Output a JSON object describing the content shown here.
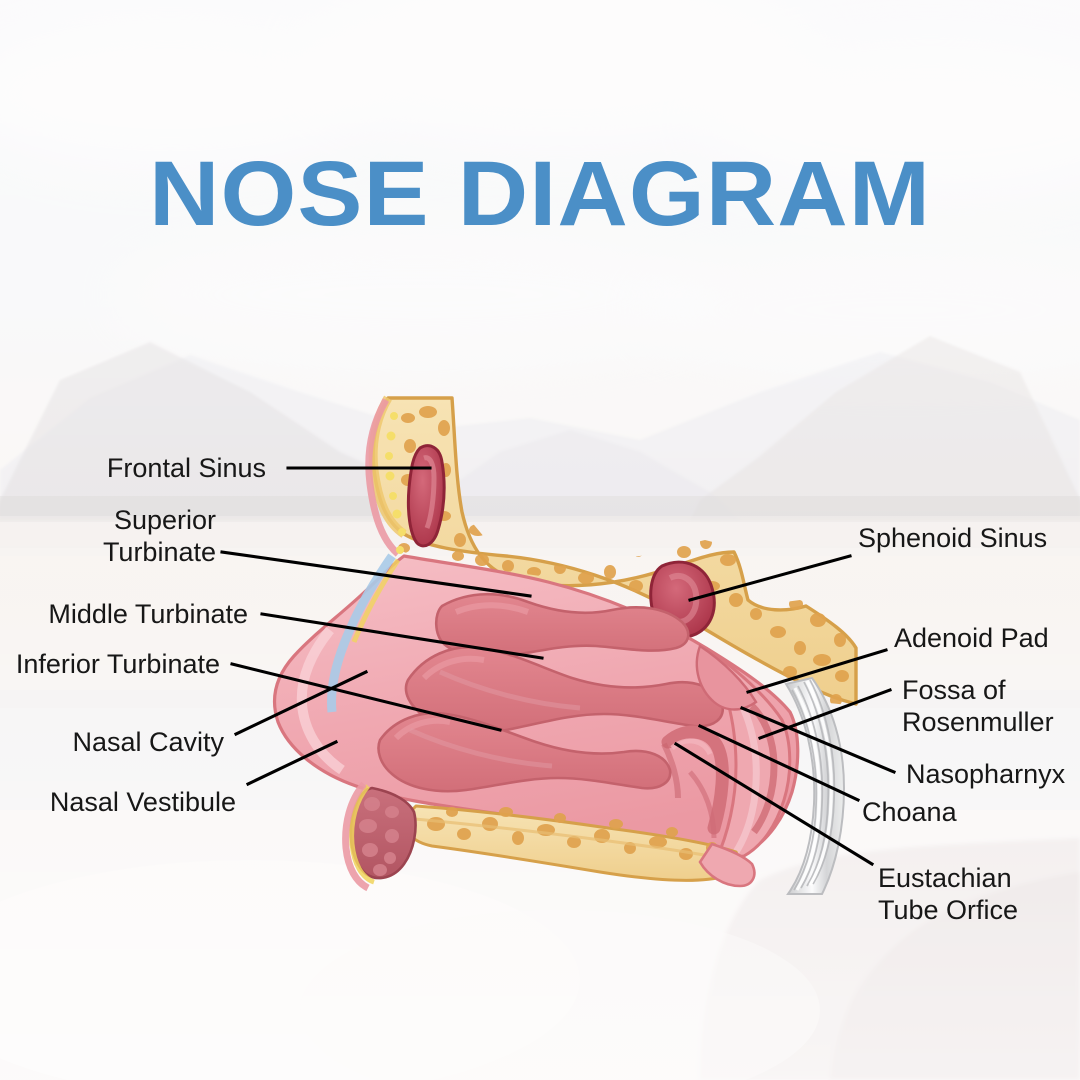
{
  "page": {
    "title": "NOSE DIAGRAM",
    "title_color": "#4b8fc7",
    "background": "blurred pale mountain-lake landscape photograph with white haze overlay",
    "label_color": "#171717"
  },
  "diagram": {
    "name": "sagittal cross-section of the human nasal cavity and nasopharynx",
    "palette": {
      "bone": "#f2d79b",
      "bone_edge": "#d9a23f",
      "trabecula": "#e0a24e",
      "mucosa_light": "#f4b8bf",
      "mucosa_mid": "#efa3ac",
      "mucosa_dark": "#d9767f",
      "sinus_cavity": "#b73a4c",
      "sinus_cavity_light": "#d4697a",
      "muscle_fiber": "#cfd0d2",
      "vessel_blue": "#a8cbe8",
      "vessel_yellow": "#f0d45c",
      "erectile_tissue": "#c05f6b"
    },
    "labels_left": [
      {
        "id": "frontal-sinus",
        "text": "Frontal Sinus"
      },
      {
        "id": "superior-turbinate",
        "text": "Superior\nTurbinate"
      },
      {
        "id": "middle-turbinate",
        "text": "Middle Turbinate"
      },
      {
        "id": "inferior-turbinate",
        "text": "Inferior Turbinate"
      },
      {
        "id": "nasal-cavity",
        "text": "Nasal Cavity"
      },
      {
        "id": "nasal-vestibule",
        "text": "Nasal Vestibule"
      }
    ],
    "labels_right": [
      {
        "id": "sphenoid-sinus",
        "text": "Sphenoid Sinus"
      },
      {
        "id": "adenoid-pad",
        "text": "Adenoid Pad"
      },
      {
        "id": "fossa-of-rosenmuller",
        "text": "Fossa of\nRosenmuller"
      },
      {
        "id": "nasopharnyx",
        "text": "Nasopharnyx"
      },
      {
        "id": "choana",
        "text": "Choana"
      },
      {
        "id": "eustachian-tube-orfice",
        "text": "Eustachian\nTube Orfice"
      }
    ]
  }
}
